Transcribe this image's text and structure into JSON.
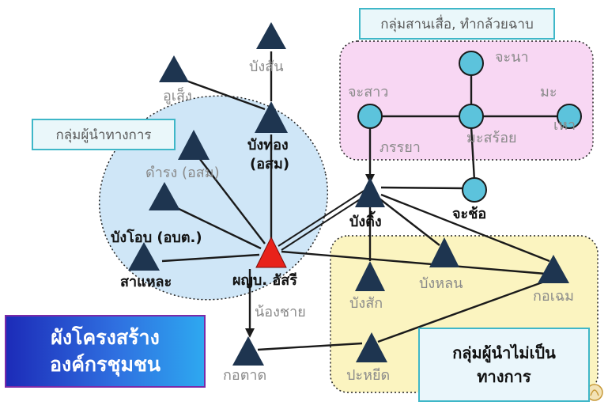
{
  "groups": {
    "weavers": "กลุ่มสานเสื่อ, ทำกล้วยฉาบ",
    "formal": "กลุ่มผู้นำทางการ",
    "informal_line1": "กลุ่มผู้นำไม่เป็น",
    "informal_line2": "ทางการ"
  },
  "title": {
    "line1": "ผังโครงสร้าง",
    "line2": "องค์กรชุมชน"
  },
  "nodes": {
    "busan": "บังสัน",
    "usen": "อูเส็ง",
    "bangthong_1": "บังทอง",
    "bangthong_2": "(อสม)",
    "damrong": "ดำรง (อสม)",
    "bang_ob": "บังโอบ (อบต.)",
    "salaeh": "สาแหละ",
    "headman": "ผญบ. อัสรี",
    "chanan": "จะนา",
    "chasao": "จะสาว",
    "ma": "มะ",
    "mahe": "เหา",
    "masaroi": "มะสร้อย",
    "phanraya": "ภรรยา",
    "chacho": "จะช้อ",
    "bangding": "บังดิ้ง",
    "bangsak": "บังสัก",
    "banglon": "บังหลน",
    "kochaem": "กอเฉม",
    "nongchai": "น้องชาย",
    "kotat": "กอตาด",
    "payod": "ปะหยีด"
  },
  "colors": {
    "triangle": "#1e3550",
    "headman_triangle": "#e8221a",
    "circle": "#5cc3dc",
    "formal_region": "#cfe6f7",
    "weavers_region": "#f8d7f3",
    "informal_region": "#fbf4c0"
  }
}
